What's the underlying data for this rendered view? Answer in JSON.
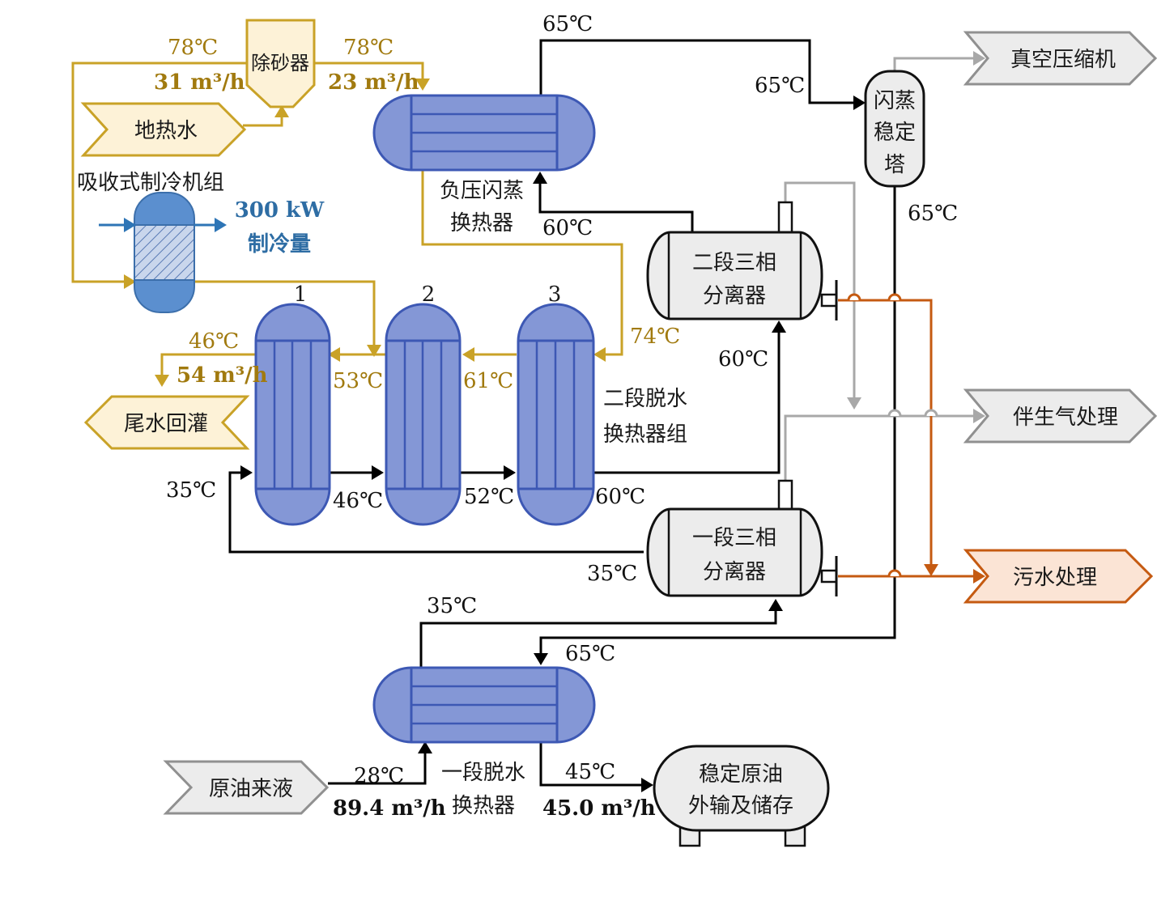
{
  "colors": {
    "geothermal_line": "#c9a227",
    "oil_line": "#000000",
    "gas_line": "#a8a8a8",
    "sewage_line": "#c55a11",
    "exchanger_fill": "#8497d6",
    "exchanger_stroke": "#3d58b4",
    "vessel_fill": "#ececec",
    "blue_text": "#2e6da4",
    "gold_text": "#a17a0f"
  },
  "nodes": {
    "geothermal_water": "地热水",
    "desander": "除砂器",
    "absorption_chiller": "吸收式制冷机组",
    "cooling_capacity_value": "300 kW",
    "cooling_capacity_label": "制冷量",
    "negative_pressure_hx_line1": "负压闪蒸",
    "negative_pressure_hx_line2": "换热器",
    "flash_tower_line1": "闪蒸",
    "flash_tower_line2": "稳定",
    "flash_tower_line3": "塔",
    "vacuum_compressor": "真空压缩机",
    "stage2_separator_line1": "二段三相",
    "stage2_separator_line2": "分离器",
    "stage1_separator_line1": "一段三相",
    "stage1_separator_line2": "分离器",
    "associated_gas": "伴生气处理",
    "sewage_treatment": "污水处理",
    "tail_water_reinjection": "尾水回灌",
    "stage2_dewater_hx_line1": "二段脱水",
    "stage2_dewater_hx_line2": "换热器组",
    "hx_index_1": "1",
    "hx_index_2": "2",
    "hx_index_3": "3",
    "stage1_dewater_hx_line1": "一段脱水",
    "stage1_dewater_hx_line2": "换热器",
    "crude_inflow": "原油来液",
    "stable_crude_line1": "稳定原油",
    "stable_crude_line2": "外输及储存"
  },
  "labels": {
    "t_geo_left": "78℃",
    "flow_geo_left": "31 m³/h",
    "t_geo_right": "78℃",
    "flow_geo_right": "23 m³/h",
    "t_top_oil": "65℃",
    "t_tower_in": "65℃",
    "t_tower_out": "65℃",
    "t_hx_return": "60℃",
    "t_gold_74": "74℃",
    "t_sep2_in": "60℃",
    "t_tail": "46℃",
    "flow_tail": "54 m³/h",
    "t_gold_53": "53℃",
    "t_gold_61": "61℃",
    "t_oil_35_left": "35℃",
    "t_oil_46": "46℃",
    "t_oil_52": "52℃",
    "t_oil_60": "60℃",
    "t_sep1_out": "35℃",
    "t_sep1_in": "35℃",
    "t_hx1_in_hot": "65℃",
    "t_crude_in": "28℃",
    "flow_crude_in": "89.4 m³/h",
    "t_crude_out": "45℃",
    "flow_crude_out": "45.0 m³/h"
  }
}
